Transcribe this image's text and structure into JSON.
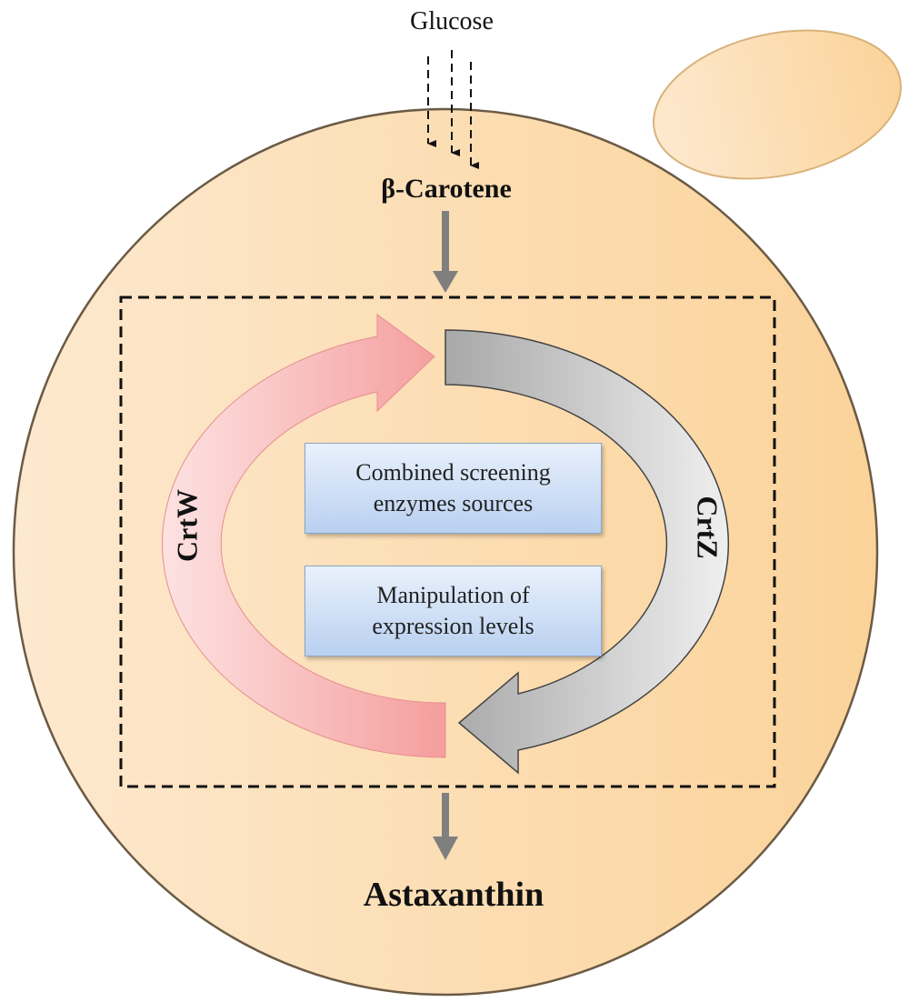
{
  "labels": {
    "glucose": "Glucose",
    "beta_carotene": "β-Carotene",
    "astaxanthin": "Astaxanthin",
    "crtw": "CrtW",
    "crtz": "CrtZ"
  },
  "strategies": [
    {
      "line1": "Combined screening",
      "line2": "enzymes sources"
    },
    {
      "line1": "Manipulation of",
      "line2": "expression levels"
    }
  ],
  "colors": {
    "cell": "#fbd9a8",
    "crtw_arrow": "#f6a3a3",
    "crtz_arrow": "#b0b0b0",
    "flow_arrow": "#7f7f7f"
  }
}
